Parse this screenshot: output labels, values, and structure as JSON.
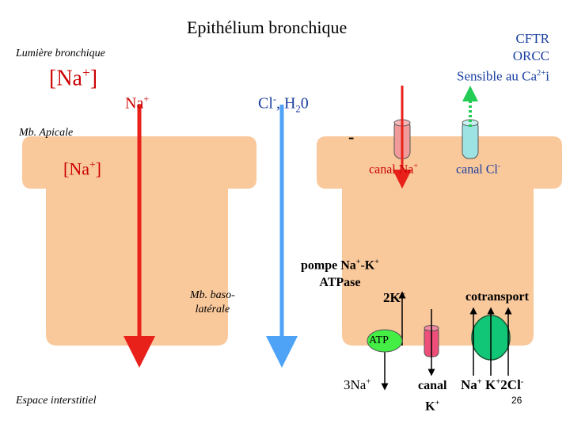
{
  "title": "Epithélium bronchique",
  "lumen_label": "Lumière bronchique",
  "na_conc_lumen": {
    "base": "[Na",
    "sup": "+",
    "close": "]"
  },
  "na_flux": {
    "base": "Na",
    "sup": "+"
  },
  "cl_flux": {
    "base": "Cl",
    "sup": "-",
    "mid": ", H",
    "sub": "2",
    "tail": "0"
  },
  "cftr_lines": [
    "CFTR",
    "ORCC",
    "Sensible au Ca"
  ],
  "cftr_ca_sup": "2+",
  "cftr_ca_tail": "i",
  "apical_label": "Mb. Apicale",
  "dash_mark": "-",
  "na_conc_cell": {
    "base": "[Na",
    "sup": "+",
    "close": "]"
  },
  "canal_na": {
    "base": "canal Na",
    "sup": "+"
  },
  "canal_cl": {
    "base": "canal Cl",
    "sup": "-"
  },
  "pump": {
    "line1a": "pompe Na",
    "sup1": "+",
    "line1b": "-K",
    "sup2": "+",
    "line2": "ATPase"
  },
  "basolat_label": [
    "Mb. baso-",
    "latérale"
  ],
  "k2": {
    "base": "2K",
    "sup": "+"
  },
  "cotransport_label": "cotransport",
  "atp_label": "ATP",
  "na3": {
    "base": "3Na",
    "sup": "+"
  },
  "canal_k": {
    "line1": "canal",
    "line2": "K",
    "sup": "+"
  },
  "cotransport_ions": {
    "na": "Na",
    "na_sup": "+",
    "k": "K",
    "k_sup": "+",
    "cl": "2Cl",
    "cl_sup": "-"
  },
  "interstitial_label": "Espace interstitiel",
  "page_number": "26",
  "colors": {
    "cell_fill": "#f9c89b",
    "red_arrow": "#e8211b",
    "blue_arrow": "#4fa3f7",
    "na_channel": "#f09a9a",
    "cl_channel": "#9ee3e3",
    "atp_fill": "#44ee44",
    "k_channel": "#ee4f7a",
    "cotransporter": "#11c677",
    "green_dotted": "#22cc55",
    "text_red": "#cc0000",
    "text_blue": "#1a3fa0"
  }
}
